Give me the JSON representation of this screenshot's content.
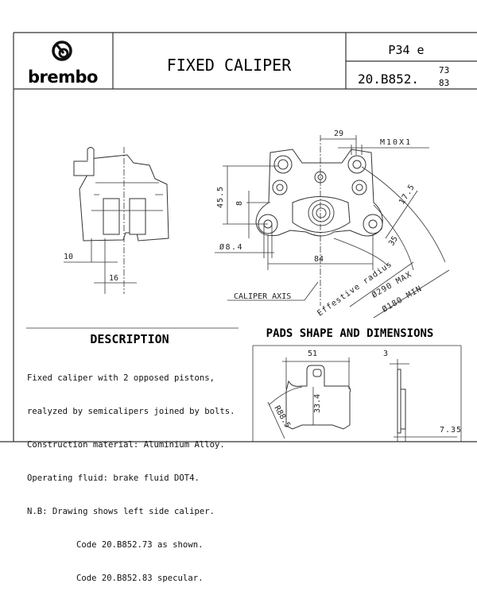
{
  "header": {
    "brand": "brembo",
    "title": "FIXED CALIPER",
    "model": "P34 e",
    "code_base": "20.B852.",
    "code_variant_top": "73",
    "code_variant_bottom": "83"
  },
  "caliper_drawing": {
    "dimensions": {
      "bolt_spacing_top": "29",
      "thread": "M10X1",
      "height": "45.5",
      "offset": "8",
      "radial_17_5": "17.5",
      "radial_35": "35",
      "hole_diameter": "Ø8.4",
      "mount_spacing": "84",
      "side_10": "10",
      "side_16": "16"
    },
    "labels": {
      "caliper_axis": "CALIPER AXIS",
      "effective_radius": "Effestive radius",
      "disc_max": "Ø290 MAX",
      "disc_min": "Ø180 MIN"
    }
  },
  "description": {
    "heading": "DESCRIPTION",
    "lines": [
      "Fixed caliper with 2 opposed pistons,",
      "realyzed by semicalipers joined by bolts.",
      "Construction material: Aluminium Alloy.",
      "Operating fluid: brake fluid DOT4.",
      "N.B: Drawing shows left side caliper.",
      "Code 20.B852.73 as shown.",
      "Code 20.B852.83 specular."
    ]
  },
  "pads": {
    "heading": "PADS SHAPE AND DIMENSIONS",
    "width": "51",
    "height": "33.4",
    "radius": "R88.5",
    "thickness_plate": "3",
    "thickness_total": "7.35"
  }
}
